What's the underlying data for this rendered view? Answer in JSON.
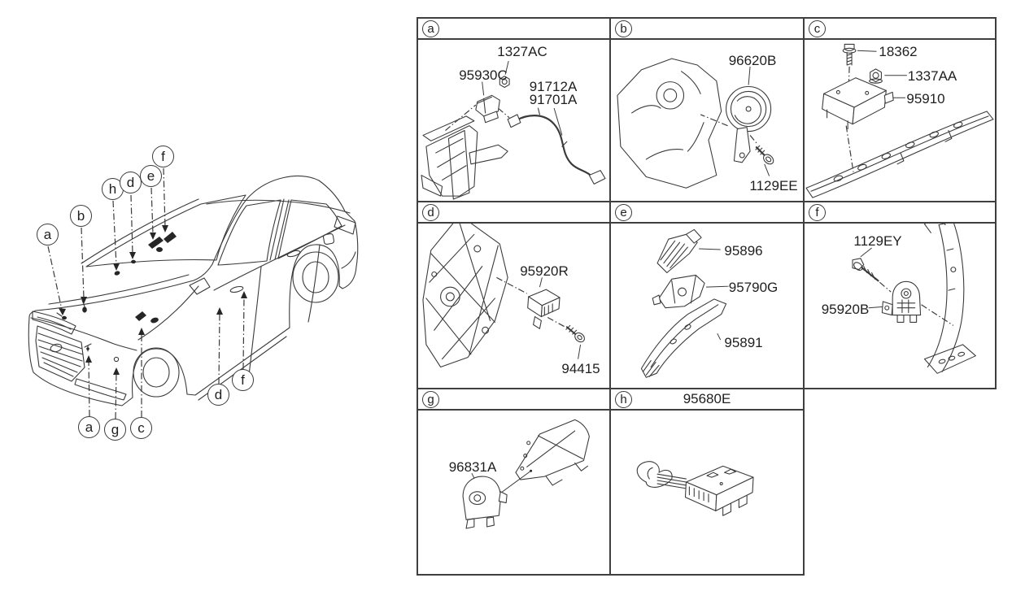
{
  "palette": {
    "line": "#3a3a3a",
    "text": "#1f1f1f",
    "border": "#3f3f3f",
    "background": "#ffffff"
  },
  "vehicle": {
    "callouts": [
      {
        "letter": "a",
        "position": "top"
      },
      {
        "letter": "b",
        "position": "top"
      },
      {
        "letter": "h",
        "position": "top"
      },
      {
        "letter": "d",
        "position": "top"
      },
      {
        "letter": "e",
        "position": "top"
      },
      {
        "letter": "f",
        "position": "top"
      },
      {
        "letter": "a",
        "position": "bottom"
      },
      {
        "letter": "g",
        "position": "bottom"
      },
      {
        "letter": "c",
        "position": "bottom"
      },
      {
        "letter": "d",
        "position": "bottom"
      },
      {
        "letter": "f",
        "position": "bottom"
      }
    ]
  },
  "grid": {
    "cells": [
      {
        "letter": "a",
        "parts": [
          {
            "label": "1327AC"
          },
          {
            "label": "95930C"
          },
          {
            "label": "91712A"
          },
          {
            "label": "91701A"
          }
        ]
      },
      {
        "letter": "b",
        "parts": [
          {
            "label": "96620B"
          },
          {
            "label": "1129EE"
          }
        ]
      },
      {
        "letter": "c",
        "parts": [
          {
            "label": "18362"
          },
          {
            "label": "1337AA"
          },
          {
            "label": "95910"
          }
        ]
      },
      {
        "letter": "d",
        "parts": [
          {
            "label": "95920R"
          },
          {
            "label": "94415"
          }
        ]
      },
      {
        "letter": "e",
        "parts": [
          {
            "label": "95896"
          },
          {
            "label": "95790G"
          },
          {
            "label": "95891"
          }
        ]
      },
      {
        "letter": "f",
        "parts": [
          {
            "label": "1129EY"
          },
          {
            "label": "95920B"
          }
        ]
      },
      {
        "letter": "g",
        "parts": [
          {
            "label": "96831A"
          }
        ]
      },
      {
        "letter": "h",
        "header_label": "95680E",
        "parts": []
      }
    ]
  }
}
